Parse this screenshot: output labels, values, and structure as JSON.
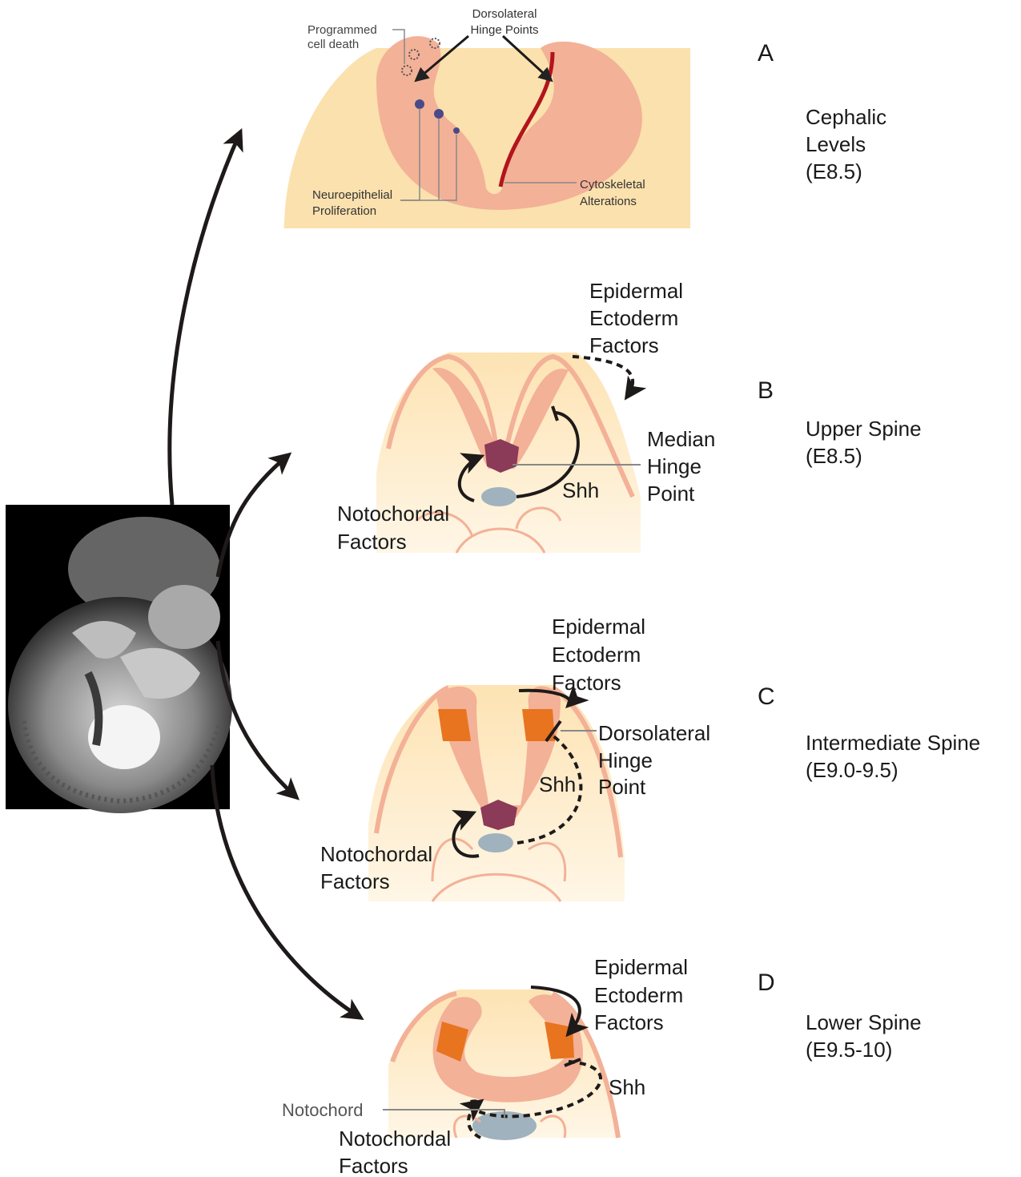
{
  "colors": {
    "background": "#ffffff",
    "embryo_background": "#000000",
    "tissue_beige": "#fbe1ad",
    "neural_fold": "#f3b197",
    "hinge_point": "#8b3a57",
    "dorsolateral_hinge": "#e8741f",
    "notochord": "#9fb2bd",
    "cytoskeletal_line": "#b2141d",
    "arrow": "#1e1a19"
  },
  "panels": {
    "a": {
      "letter": "A",
      "level": "Cephalic",
      "level_line2": "Levels",
      "stage": "(E8.5)",
      "label_dorsolateral": "Dorsolateral",
      "label_hinge_points": "Hinge Points",
      "label_programmed": "Programmed",
      "label_cell_death": "cell death",
      "label_neuroepithelial": "Neuroepithelial",
      "label_proliferation": "Proliferation",
      "label_cytoskeletal": "Cytoskeletal",
      "label_alterations": "Alterations"
    },
    "b": {
      "letter": "B",
      "level": "Upper Spine",
      "stage": "(E8.5)",
      "epidermal": "Epidermal",
      "ectoderm": "Ectoderm",
      "factors": "Factors",
      "median": "Median",
      "hinge": "Hinge",
      "point": "Point",
      "shh": "Shh",
      "notochordal": "Notochordal",
      "notochordal_factors": "Factors"
    },
    "c": {
      "letter": "C",
      "level": "Intermediate Spine",
      "stage": "(E9.0-9.5)",
      "epidermal": "Epidermal",
      "ectoderm": "Ectoderm",
      "factors": "Factors",
      "dorsolateral": "Dorsolateral",
      "hinge": "Hinge",
      "point": "Point",
      "shh": "Shh",
      "notochordal": "Notochordal",
      "notochordal_factors": "Factors"
    },
    "d": {
      "letter": "D",
      "level": "Lower Spine",
      "stage": "(E9.5-10)",
      "epidermal": "Epidermal",
      "ectoderm": "Ectoderm",
      "factors": "Factors",
      "shh": "Shh",
      "notochord": "Notochord",
      "notochordal": "Notochordal",
      "notochordal_factors": "Factors"
    }
  }
}
